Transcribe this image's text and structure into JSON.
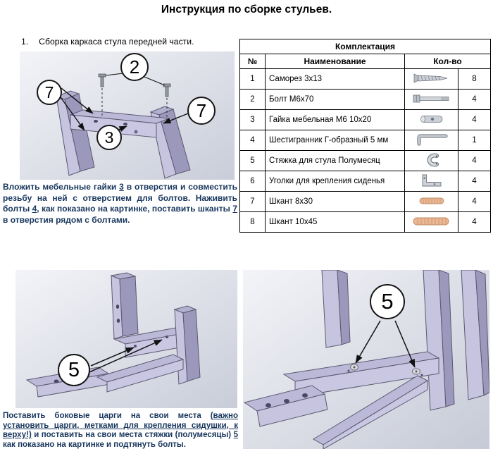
{
  "page": {
    "title": "Инструкция по сборке стульев."
  },
  "step1": {
    "number": "1.",
    "heading": "Сборка каркаса стула передней части.",
    "text": [
      "Вложить мебельные гайки ",
      "3",
      " в отверстия и совместить резьбу на ней с отверстием для болтов. Наживить болты ",
      "4",
      ", как показано на картинке, поставить шканты ",
      "7",
      " в отверстия рядом с болтами."
    ]
  },
  "step2": {
    "text": [
      "Поставить боковые царги на свои места ",
      "(важно установить царги, метками для крепления сидушки, к верху!)",
      " и поставить на свои места стяжки (полумесяцы) ",
      "5",
      " как показано на картинке и подтянуть болты."
    ]
  },
  "parts_table": {
    "title": "Комплектация",
    "columns": [
      "№",
      "Наименование",
      "Кол-во"
    ],
    "rows": [
      {
        "num": "1",
        "name": "Саморез 3х13",
        "icon": "screw-icon",
        "qty": "8"
      },
      {
        "num": "2",
        "name": "Болт  М6х70",
        "icon": "bolt-icon",
        "qty": "4"
      },
      {
        "num": "3",
        "name": "Гайка мебельная М6 10х20",
        "icon": "barrel-nut-icon",
        "qty": "4"
      },
      {
        "num": "4",
        "name": "Шестигранник Г-образный 5 мм",
        "icon": "hex-key-icon",
        "qty": "1"
      },
      {
        "num": "5",
        "name": "Стяжка для стула Полумесяц",
        "icon": "half-moon-bracket-icon",
        "qty": "4"
      },
      {
        "num": "6",
        "name": "Уголки для крепления сиденья",
        "icon": "corner-bracket-icon",
        "qty": "4"
      },
      {
        "num": "7",
        "name": "Шкант 8х30",
        "icon": "dowel-icon",
        "qty": "4"
      },
      {
        "num": "8",
        "name": "Шкант 10х45",
        "icon": "dowel-icon",
        "qty": "4"
      }
    ]
  },
  "diagram_front_frame": {
    "callouts": [
      "2",
      "7",
      "3",
      "7"
    ]
  },
  "diagram_side_rails": {
    "callouts": [
      "5"
    ]
  },
  "diagram_braces": {
    "callouts": [
      "5"
    ]
  },
  "colors": {
    "instruction_text": "#17365d",
    "part_fill": "#c7c4e0",
    "part_shadow": "#9b98bc",
    "dowel": "#eab794",
    "background": "#ffffff"
  }
}
